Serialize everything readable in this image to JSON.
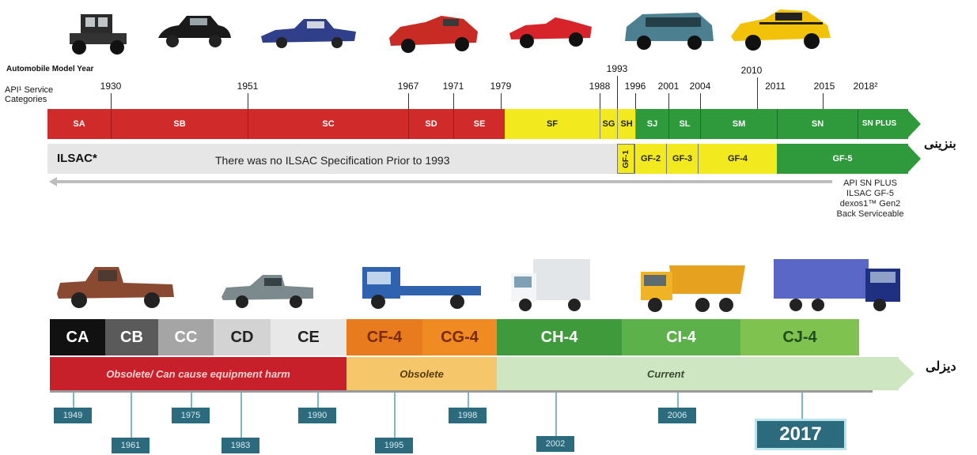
{
  "gasoline": {
    "header_model_year": "Automobile Model Year",
    "header_api": "API¹ Service Categories",
    "years": [
      {
        "label": "1930"
      },
      {
        "label": "1951"
      },
      {
        "label": "1967"
      },
      {
        "label": "1971"
      },
      {
        "label": "1979"
      },
      {
        "label": "1988"
      },
      {
        "label": "1993"
      },
      {
        "label": "1996"
      },
      {
        "label": "2001"
      },
      {
        "label": "2004"
      },
      {
        "label": "2010"
      },
      {
        "label": "2011"
      },
      {
        "label": "2015"
      },
      {
        "label": "2018²"
      }
    ],
    "api_segments": [
      {
        "label": "SA",
        "color": "#d02a2a"
      },
      {
        "label": "SB",
        "color": "#d02a2a"
      },
      {
        "label": "SC",
        "color": "#d02a2a"
      },
      {
        "label": "SD",
        "color": "#d02a2a"
      },
      {
        "label": "SE",
        "color": "#d02a2a"
      },
      {
        "label": "SF",
        "color": "#f2ea1e"
      },
      {
        "label": "SG",
        "color": "#f2ea1e"
      },
      {
        "label": "SH",
        "color": "#f2ea1e"
      },
      {
        "label": "SJ",
        "color": "#2e9a3c"
      },
      {
        "label": "SL",
        "color": "#2e9a3c"
      },
      {
        "label": "SM",
        "color": "#2e9a3c"
      },
      {
        "label": "SN",
        "color": "#2e9a3c"
      },
      {
        "label": "SN PLUS",
        "color": "#2e9a3c"
      }
    ],
    "ilsac_label": "ILSAC*",
    "ilsac_note": "There was no ILSAC Specification Prior to 1993",
    "ilsac_segments": [
      {
        "label": "GF-1",
        "color": "#f2ea1e"
      },
      {
        "label": "GF-2",
        "color": "#f2ea1e"
      },
      {
        "label": "GF-3",
        "color": "#f2ea1e"
      },
      {
        "label": "GF-4",
        "color": "#f2ea1e"
      },
      {
        "label": "GF-5",
        "color": "#2e9a3c"
      }
    ],
    "back_serviceable": [
      "API SN PLUS",
      "ILSAC GF-5",
      "dexos1™ Gen2",
      "Back Serviceable"
    ],
    "side_label": "بنزینی"
  },
  "diesel": {
    "categories": [
      {
        "label": "CA",
        "bg": "#111111",
        "fg": "#ffffff"
      },
      {
        "label": "CB",
        "bg": "#5a5a5a",
        "fg": "#ffffff"
      },
      {
        "label": "CC",
        "bg": "#a5a5a5",
        "fg": "#ffffff"
      },
      {
        "label": "CD",
        "bg": "#d3d3d3",
        "fg": "#222222"
      },
      {
        "label": "CE",
        "bg": "#e8e8e8",
        "fg": "#222222"
      },
      {
        "label": "CF-4",
        "bg": "#e87b1e",
        "fg": "#7a2a00"
      },
      {
        "label": "CG-4",
        "bg": "#f08a22",
        "fg": "#7a2a00"
      },
      {
        "label": "CH-4",
        "bg": "#3f9a3b",
        "fg": "#ffffff"
      },
      {
        "label": "CI-4",
        "bg": "#5db14a",
        "fg": "#ffffff"
      },
      {
        "label": "CJ-4",
        "bg": "#7fc24f",
        "fg": "#1f4d1a"
      }
    ],
    "status": [
      {
        "label": "Obsolete/ Can cause equipment harm",
        "color": "#c8202a"
      },
      {
        "label": "Obsolete",
        "color": "#f5c66a"
      },
      {
        "label": "Current",
        "color": "#cfe6c2"
      }
    ],
    "years_top": [
      "1949",
      "1975",
      "1990",
      "1998",
      "2006"
    ],
    "years_bottom": [
      "1961",
      "1983",
      "1995",
      "2002"
    ],
    "year_highlight": "2017",
    "side_label": "دیزلی"
  },
  "colors": {
    "red": "#d02a2a",
    "yellow": "#f2ea1e",
    "green": "#2e9a3c",
    "teal": "#2c6a7e"
  }
}
